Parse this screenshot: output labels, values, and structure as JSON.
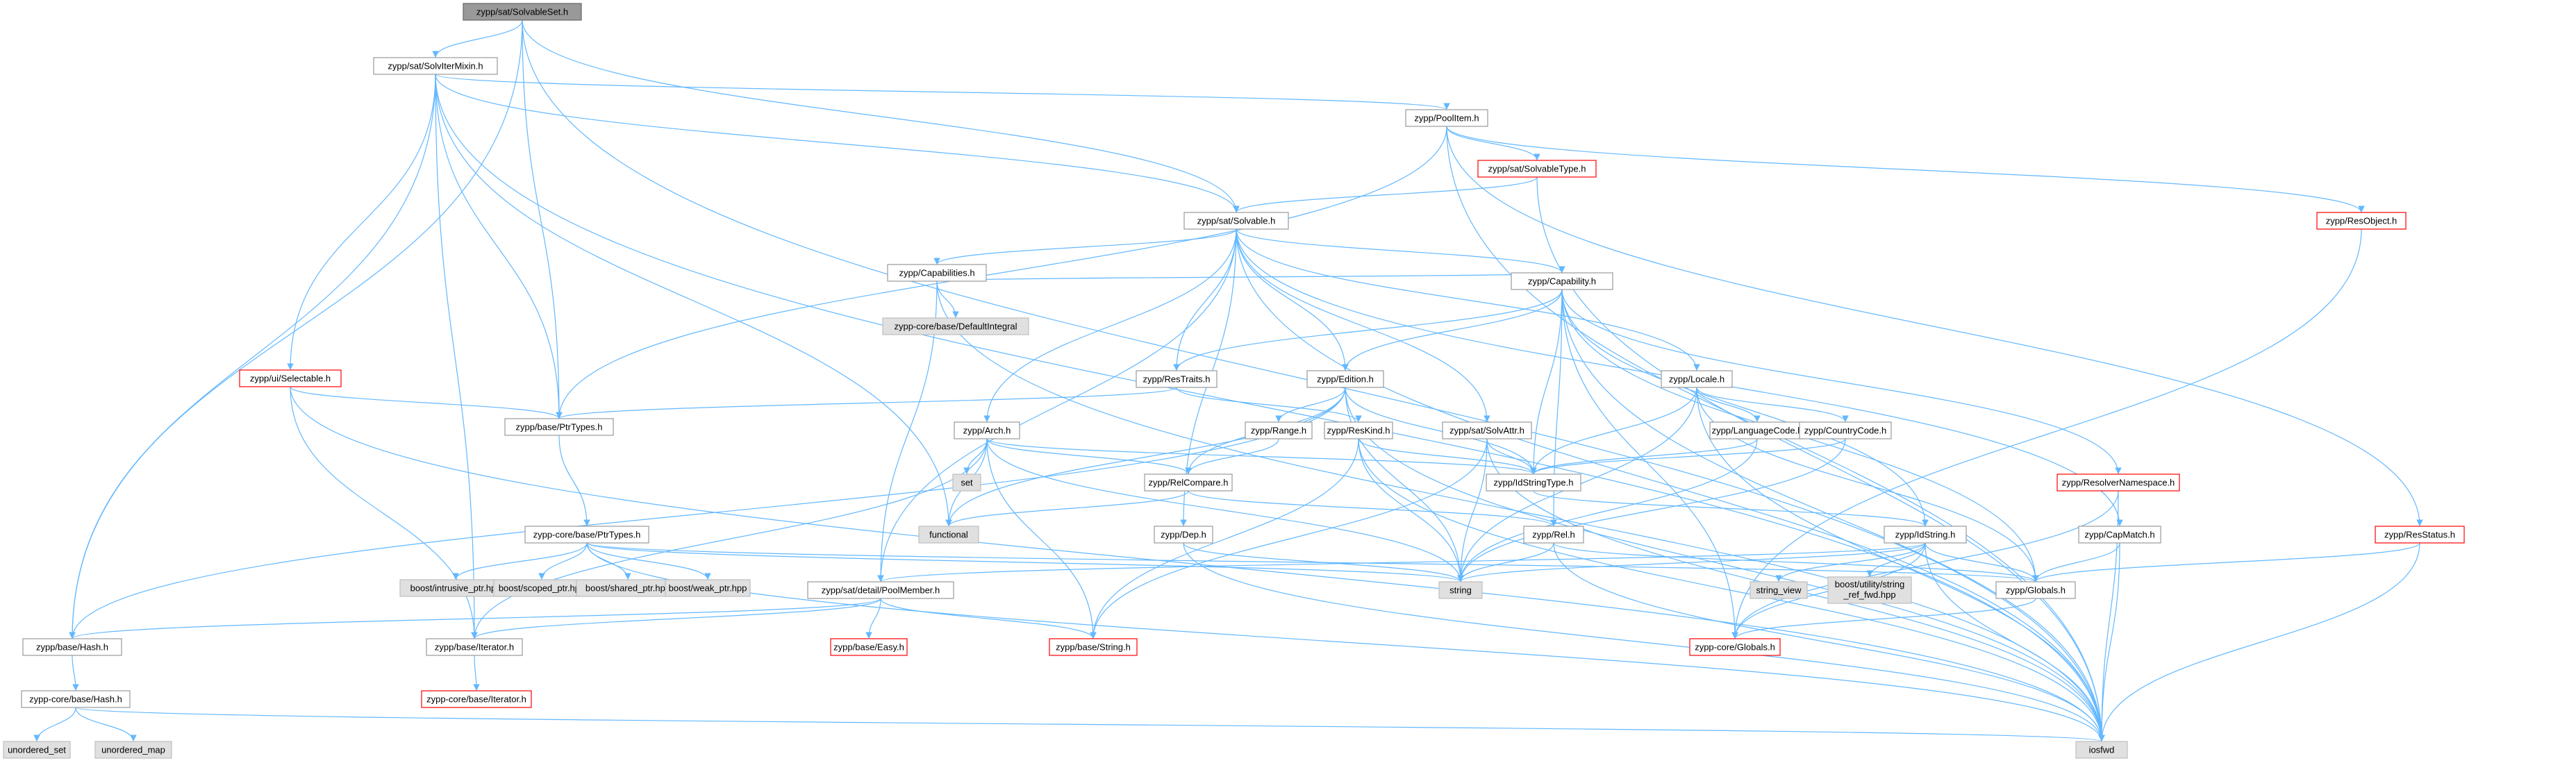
{
  "colors": {
    "edge": "#63b8ff",
    "node_border_normal": "#999999",
    "node_border_truncated": "#ff0000",
    "node_fill": "#ffffff",
    "node_fill_system": "#e0e0e0",
    "node_fill_root": "#999999",
    "text": "#000000"
  },
  "nodes": [
    {
      "id": "n0",
      "label": "zypp/sat/SolvableSet.h",
      "kind": "root"
    },
    {
      "id": "n1",
      "label": "zypp/sat/SolvIterMixin.h",
      "kind": "normal"
    },
    {
      "id": "n2",
      "label": "zypp/PoolItem.h",
      "kind": "normal"
    },
    {
      "id": "n3",
      "label": "zypp/sat/SolvableType.h",
      "kind": "truncated"
    },
    {
      "id": "n4",
      "label": "zypp/sat/Solvable.h",
      "kind": "normal"
    },
    {
      "id": "n5",
      "label": "zypp/ResObject.h",
      "kind": "truncated"
    },
    {
      "id": "n6",
      "label": "zypp/Capabilities.h",
      "kind": "normal"
    },
    {
      "id": "n7",
      "label": "zypp-core/base/DefaultIntegral",
      "kind": "system"
    },
    {
      "id": "n8",
      "label": "zypp/Capability.h",
      "kind": "normal"
    },
    {
      "id": "n9",
      "label": "zypp/ui/Selectable.h",
      "kind": "truncated"
    },
    {
      "id": "n10",
      "label": "zypp/ResTraits.h",
      "kind": "normal"
    },
    {
      "id": "n11",
      "label": "zypp/Edition.h",
      "kind": "normal"
    },
    {
      "id": "n12",
      "label": "zypp/Locale.h",
      "kind": "normal"
    },
    {
      "id": "n13",
      "label": "zypp/base/PtrTypes.h",
      "kind": "normal"
    },
    {
      "id": "n14",
      "label": "zypp/Arch.h",
      "kind": "normal"
    },
    {
      "id": "n15",
      "label": "zypp/Range.h",
      "kind": "normal"
    },
    {
      "id": "n16",
      "label": "zypp/ResKind.h",
      "kind": "normal"
    },
    {
      "id": "n17",
      "label": "zypp/sat/SolvAttr.h",
      "kind": "normal"
    },
    {
      "id": "n18",
      "label": "zypp/LanguageCode.h",
      "kind": "normal"
    },
    {
      "id": "n19",
      "label": "zypp/CountryCode.h",
      "kind": "normal"
    },
    {
      "id": "n20",
      "label": "set",
      "kind": "system"
    },
    {
      "id": "n21",
      "label": "zypp/RelCompare.h",
      "kind": "normal"
    },
    {
      "id": "n22",
      "label": "zypp/IdStringType.h",
      "kind": "normal"
    },
    {
      "id": "n23",
      "label": "zypp/ResolverNamespace.h",
      "kind": "truncated"
    },
    {
      "id": "n24",
      "label": "functional",
      "kind": "system"
    },
    {
      "id": "n25",
      "label": "zypp-core/base/PtrTypes.h",
      "kind": "normal"
    },
    {
      "id": "n26",
      "label": "zypp/Dep.h",
      "kind": "normal"
    },
    {
      "id": "n27",
      "label": "zypp/Rel.h",
      "kind": "normal"
    },
    {
      "id": "n28",
      "label": "zypp/IdString.h",
      "kind": "normal"
    },
    {
      "id": "n29",
      "label": "zypp/CapMatch.h",
      "kind": "normal"
    },
    {
      "id": "n30",
      "label": "zypp/ResStatus.h",
      "kind": "truncated"
    },
    {
      "id": "n31",
      "label": "boost/intrusive_ptr.hpp",
      "kind": "system"
    },
    {
      "id": "n32",
      "label": "boost/scoped_ptr.hpp",
      "kind": "system"
    },
    {
      "id": "n33",
      "label": "boost/shared_ptr.hpp",
      "kind": "system"
    },
    {
      "id": "n34",
      "label": "boost/weak_ptr.hpp",
      "kind": "system"
    },
    {
      "id": "n35",
      "label": "zypp/sat/detail/PoolMember.h",
      "kind": "normal"
    },
    {
      "id": "n36",
      "label": "string",
      "kind": "system"
    },
    {
      "id": "n37",
      "label": "string_view",
      "kind": "system"
    },
    {
      "id": "n38",
      "label": "boost/utility/string_ref_fwd.hpp",
      "kind": "system"
    },
    {
      "id": "n39",
      "label": "zypp/Globals.h",
      "kind": "normal"
    },
    {
      "id": "n40",
      "label": "zypp/base/Hash.h",
      "kind": "normal"
    },
    {
      "id": "n41",
      "label": "zypp/base/Iterator.h",
      "kind": "normal"
    },
    {
      "id": "n42",
      "label": "zypp/base/Easy.h",
      "kind": "truncated"
    },
    {
      "id": "n43",
      "label": "zypp/base/String.h",
      "kind": "truncated"
    },
    {
      "id": "n44",
      "label": "zypp-core/Globals.h",
      "kind": "truncated"
    },
    {
      "id": "n45",
      "label": "zypp-core/base/Hash.h",
      "kind": "normal"
    },
    {
      "id": "n46",
      "label": "zypp-core/base/Iterator.h",
      "kind": "truncated"
    },
    {
      "id": "n47",
      "label": "unordered_set",
      "kind": "system"
    },
    {
      "id": "n48",
      "label": "unordered_map",
      "kind": "system"
    },
    {
      "id": "n49",
      "label": "iosfwd",
      "kind": "system"
    }
  ],
  "edges": [
    [
      "n0",
      "n1"
    ],
    [
      "n0",
      "n4"
    ],
    [
      "n0",
      "n13"
    ],
    [
      "n0",
      "n40"
    ],
    [
      "n0",
      "n49"
    ],
    [
      "n1",
      "n2"
    ],
    [
      "n1",
      "n4"
    ],
    [
      "n1",
      "n9"
    ],
    [
      "n1",
      "n13"
    ],
    [
      "n1",
      "n40"
    ],
    [
      "n1",
      "n41"
    ],
    [
      "n1",
      "n24"
    ],
    [
      "n1",
      "n49"
    ],
    [
      "n2",
      "n3"
    ],
    [
      "n2",
      "n5"
    ],
    [
      "n2",
      "n30"
    ],
    [
      "n2",
      "n13"
    ],
    [
      "n2",
      "n49"
    ],
    [
      "n3",
      "n4"
    ],
    [
      "n3",
      "n49"
    ],
    [
      "n4",
      "n6"
    ],
    [
      "n4",
      "n8"
    ],
    [
      "n4",
      "n10"
    ],
    [
      "n4",
      "n11"
    ],
    [
      "n4",
      "n12"
    ],
    [
      "n4",
      "n14"
    ],
    [
      "n4",
      "n17"
    ],
    [
      "n4",
      "n26"
    ],
    [
      "n4",
      "n29"
    ],
    [
      "n4",
      "n35"
    ],
    [
      "n4",
      "n49"
    ],
    [
      "n5",
      "n44"
    ],
    [
      "n6",
      "n7"
    ],
    [
      "n6",
      "n8"
    ],
    [
      "n6",
      "n35"
    ],
    [
      "n6",
      "n49"
    ],
    [
      "n8",
      "n10"
    ],
    [
      "n8",
      "n11"
    ],
    [
      "n8",
      "n22"
    ],
    [
      "n8",
      "n23"
    ],
    [
      "n8",
      "n27"
    ],
    [
      "n8",
      "n28"
    ],
    [
      "n8",
      "n39"
    ],
    [
      "n8",
      "n44"
    ],
    [
      "n8",
      "n49"
    ],
    [
      "n9",
      "n13"
    ],
    [
      "n9",
      "n41"
    ],
    [
      "n9",
      "n49"
    ],
    [
      "n10",
      "n13"
    ],
    [
      "n10",
      "n16"
    ],
    [
      "n11",
      "n15"
    ],
    [
      "n11",
      "n21"
    ],
    [
      "n11",
      "n22"
    ],
    [
      "n11",
      "n36"
    ],
    [
      "n11",
      "n40"
    ],
    [
      "n11",
      "n24"
    ],
    [
      "n11",
      "n49"
    ],
    [
      "n12",
      "n18"
    ],
    [
      "n12",
      "n19"
    ],
    [
      "n12",
      "n22"
    ],
    [
      "n12",
      "n36"
    ],
    [
      "n12",
      "n39"
    ],
    [
      "n12",
      "n49"
    ],
    [
      "n13",
      "n25"
    ],
    [
      "n14",
      "n20"
    ],
    [
      "n14",
      "n21"
    ],
    [
      "n14",
      "n22"
    ],
    [
      "n14",
      "n24"
    ],
    [
      "n14",
      "n41"
    ],
    [
      "n14",
      "n43"
    ],
    [
      "n14",
      "n36"
    ],
    [
      "n15",
      "n21"
    ],
    [
      "n16",
      "n22"
    ],
    [
      "n16",
      "n43"
    ],
    [
      "n16",
      "n36"
    ],
    [
      "n16",
      "n49"
    ],
    [
      "n17",
      "n22"
    ],
    [
      "n17",
      "n43"
    ],
    [
      "n17",
      "n36"
    ],
    [
      "n17",
      "n49"
    ],
    [
      "n18",
      "n22"
    ],
    [
      "n18",
      "n36"
    ],
    [
      "n19",
      "n22"
    ],
    [
      "n19",
      "n36"
    ],
    [
      "n21",
      "n27"
    ],
    [
      "n21",
      "n24"
    ],
    [
      "n22",
      "n28"
    ],
    [
      "n23",
      "n44"
    ],
    [
      "n23",
      "n49"
    ],
    [
      "n25",
      "n31"
    ],
    [
      "n25",
      "n32"
    ],
    [
      "n25",
      "n33"
    ],
    [
      "n25",
      "n34"
    ],
    [
      "n25",
      "n39"
    ],
    [
      "n25",
      "n36"
    ],
    [
      "n25",
      "n49"
    ],
    [
      "n26",
      "n36"
    ],
    [
      "n26",
      "n49"
    ],
    [
      "n27",
      "n36"
    ],
    [
      "n27",
      "n39"
    ],
    [
      "n27",
      "n49"
    ],
    [
      "n28",
      "n35"
    ],
    [
      "n28",
      "n36"
    ],
    [
      "n28",
      "n37"
    ],
    [
      "n28",
      "n38"
    ],
    [
      "n28",
      "n39"
    ],
    [
      "n28",
      "n44"
    ],
    [
      "n28",
      "n49"
    ],
    [
      "n29",
      "n39"
    ],
    [
      "n29",
      "n49"
    ],
    [
      "n30",
      "n39"
    ],
    [
      "n30",
      "n49"
    ],
    [
      "n35",
      "n40"
    ],
    [
      "n35",
      "n41"
    ],
    [
      "n35",
      "n42"
    ],
    [
      "n35",
      "n43"
    ],
    [
      "n39",
      "n44"
    ],
    [
      "n40",
      "n45"
    ],
    [
      "n41",
      "n46"
    ],
    [
      "n45",
      "n47"
    ],
    [
      "n45",
      "n48"
    ],
    [
      "n45",
      "n49"
    ]
  ]
}
